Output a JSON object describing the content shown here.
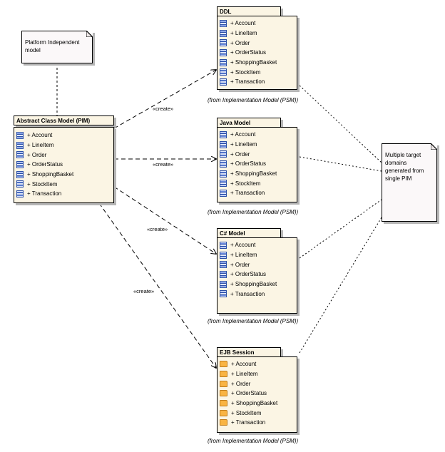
{
  "notes": {
    "pim_note": "Platform Independent model",
    "target_note": "Multiple target domains generated from single PIM"
  },
  "main_package": {
    "title": "Abstract Class Model (PIM)",
    "items": [
      "+ Account",
      "+ LineItem",
      "+ Order",
      "+ OrderStatus",
      "+ ShoppingBasket",
      "+ StockItem",
      "+ Transaction"
    ]
  },
  "ddl": {
    "title": "DDL",
    "items": [
      "+ Account",
      "+ LineItem",
      "+ Order",
      "+ OrderStatus",
      "+ ShoppingBasket",
      "+ StockItem",
      "+ Transaction"
    ],
    "from": "(from Implementation Model (PSM))"
  },
  "java": {
    "title": "Java Model",
    "items": [
      "+ Account",
      "+ LineItem",
      "+ Order",
      "+ OrderStatus",
      "+ ShoppingBasket",
      "+ StockItem",
      "+ Transaction"
    ],
    "from": "(from Implementation Model (PSM))"
  },
  "csharp": {
    "title": "C# Model",
    "items": [
      "+ Account",
      "+ LineItem",
      "+ Order",
      "+ OrderStatus",
      "+ ShoppingBasket",
      "+ Transaction"
    ],
    "from": "(from Implementation Model (PSM))"
  },
  "ejb": {
    "title": "EJB Session",
    "items": [
      "+ Account",
      "+ LineItem",
      "+ Order",
      "+ OrderStatus",
      "+ ShoppingBasket",
      "+ StockItem",
      "+ Transaction"
    ],
    "from": "(from Implementation Model (PSM))"
  },
  "relations": {
    "create_ddl": "«create»",
    "create_java": "«create»",
    "create_csharp": "«create»",
    "create_ejb": "«create»"
  }
}
